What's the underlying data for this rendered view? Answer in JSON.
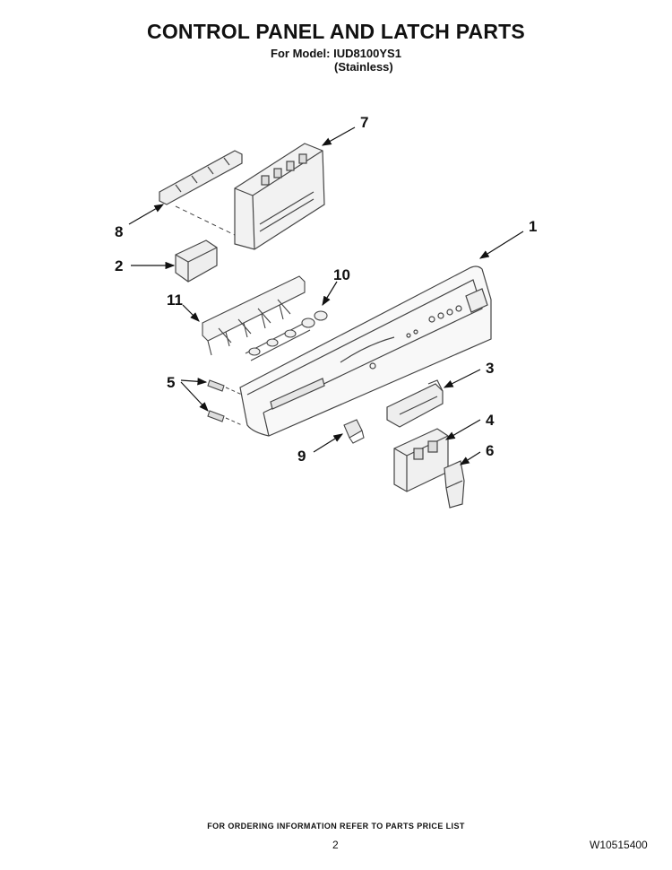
{
  "header": {
    "title": "CONTROL PANEL AND LATCH PARTS",
    "model_line": "For Model: IUD8100YS1",
    "variant_line": "(Stainless)"
  },
  "callouts": [
    "1",
    "2",
    "3",
    "4",
    "5",
    "6",
    "7",
    "8",
    "9",
    "10",
    "11"
  ],
  "footer": {
    "ordering_note": "FOR ORDERING INFORMATION REFER TO PARTS PRICE LIST",
    "page_number": "2",
    "document_number": "W10515400"
  }
}
